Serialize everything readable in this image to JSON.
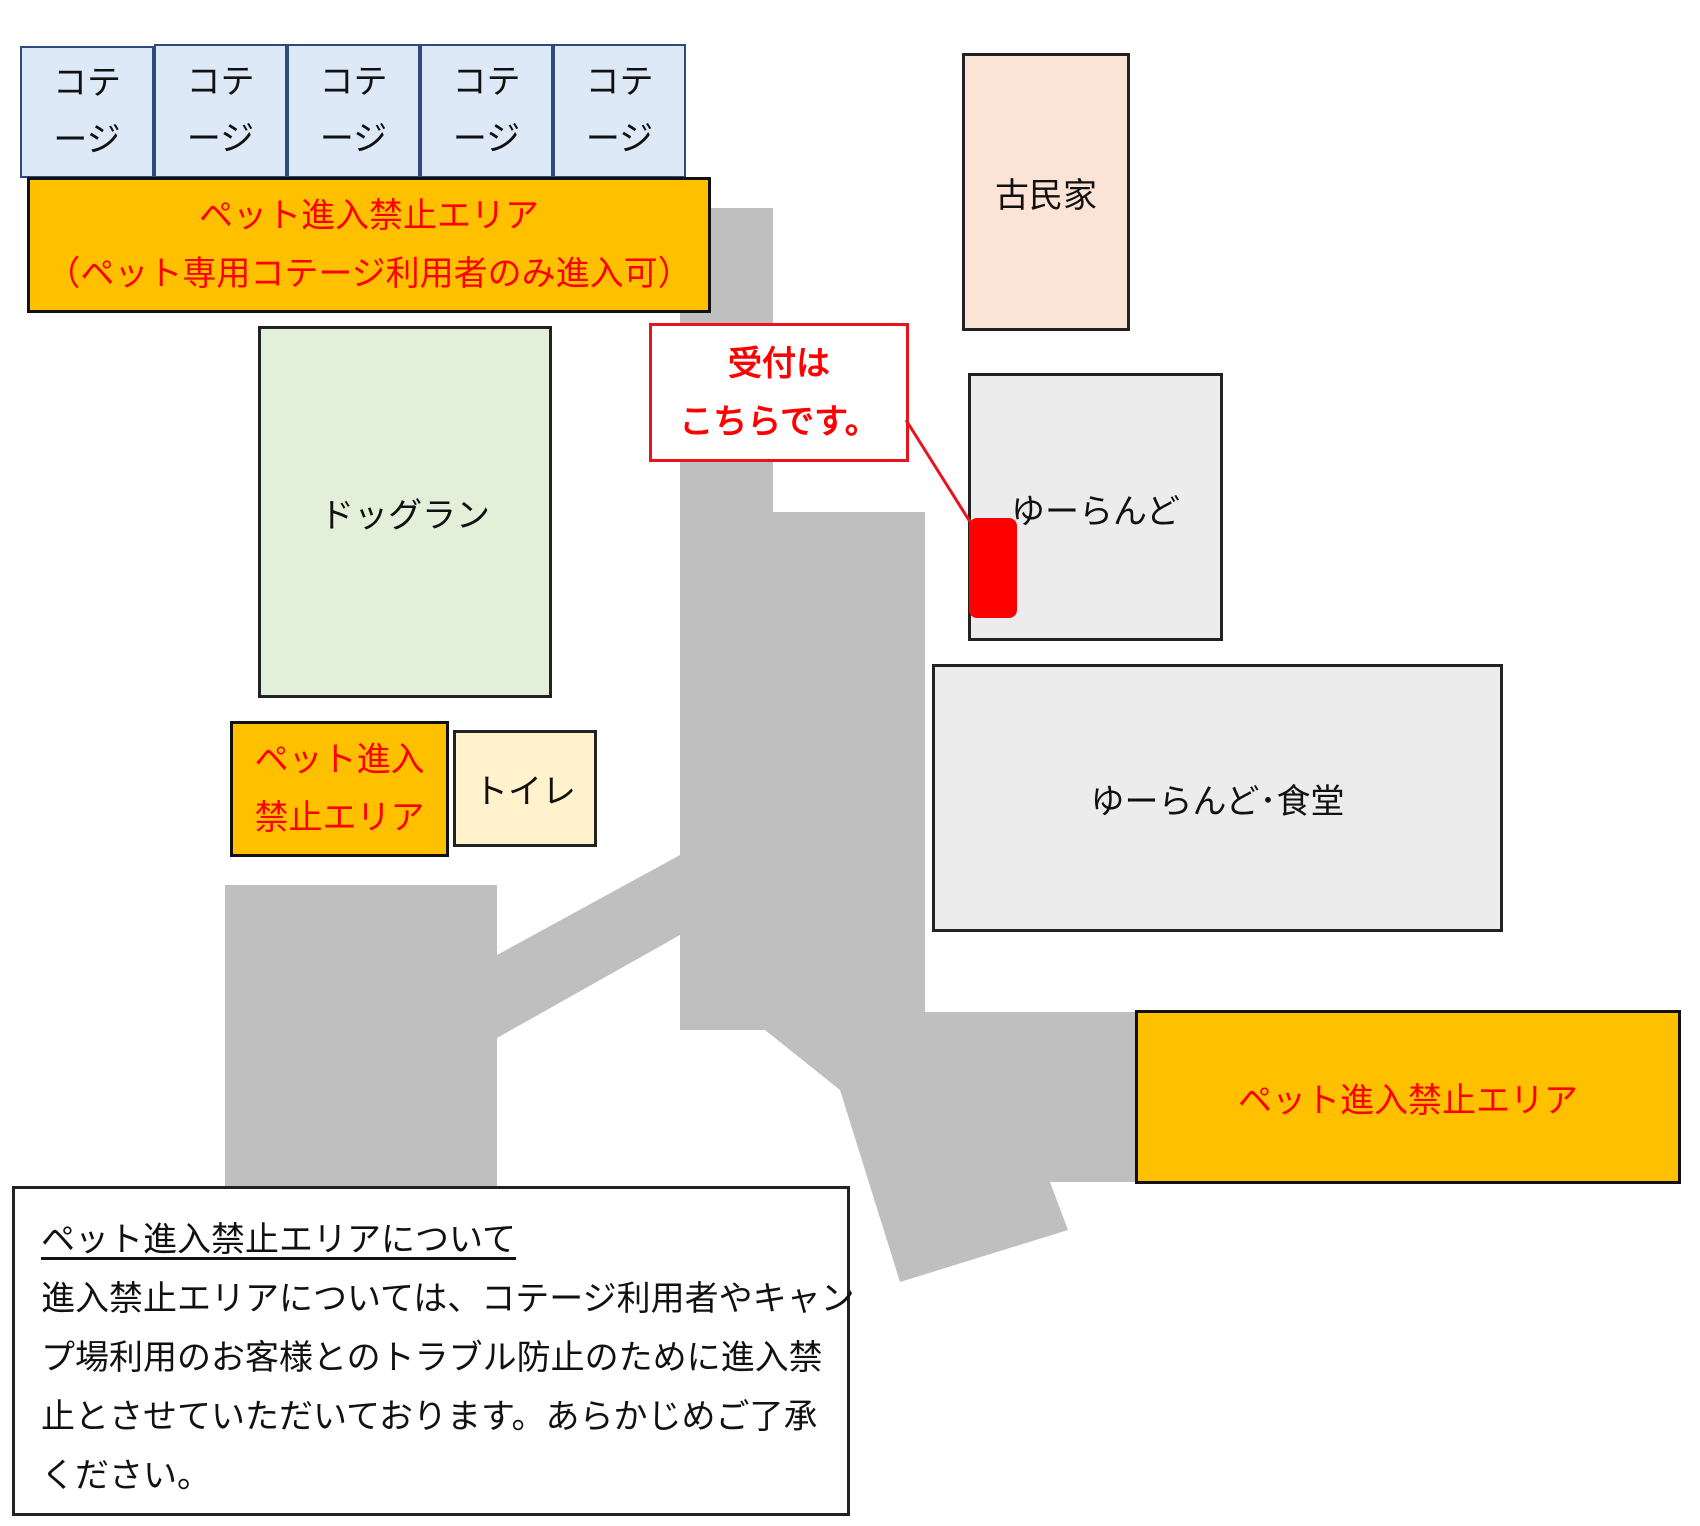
{
  "colors": {
    "road": "#bfbfbf",
    "cottage_fill": "#dde9f6",
    "cottage_border": "#2f4a7c",
    "pet_restricted_fill": "#ffc000",
    "pet_restricted_text": "#ff0000",
    "kominka_fill": "#fbe4d6",
    "dogrun_fill": "#e2efd9",
    "toilet_fill": "#fff2cc",
    "building_fill": "#ececec",
    "reception_marker": "#ff0000"
  },
  "cottages": [
    {
      "line1": "コテ",
      "line2": "ージ"
    },
    {
      "line1": "コテ",
      "line2": "ージ"
    },
    {
      "line1": "コテ",
      "line2": "ージ"
    },
    {
      "line1": "コテ",
      "line2": "ージ"
    },
    {
      "line1": "コテ",
      "line2": "ージ"
    }
  ],
  "zones": {
    "top_restricted": {
      "line1": "ペット進入禁止エリア",
      "line2": "（ペット専用コテージ利用者のみ進入可）"
    },
    "small_restricted": {
      "line1": "ペット進入",
      "line2": "禁止エリア"
    },
    "right_restricted": {
      "label": "ペット進入禁止エリア"
    }
  },
  "facilities": {
    "kominka": "古民家",
    "dogrun": "ドッグラン",
    "toilet": "トイレ",
    "yuland": "ゆーらんど",
    "yuland_shokudo": "ゆーらんど･食堂"
  },
  "reception_callout": {
    "line1": "受付は",
    "line2": "こちらです。"
  },
  "notice": {
    "heading": "ペット進入禁止エリアについて",
    "lines": [
      "進入禁止エリアについては、コテージ利用者やキャン",
      "プ場利用のお客様とのトラブル防止のために進入禁",
      "止とさせていただいております。あらかじめご了承",
      "ください。"
    ]
  }
}
